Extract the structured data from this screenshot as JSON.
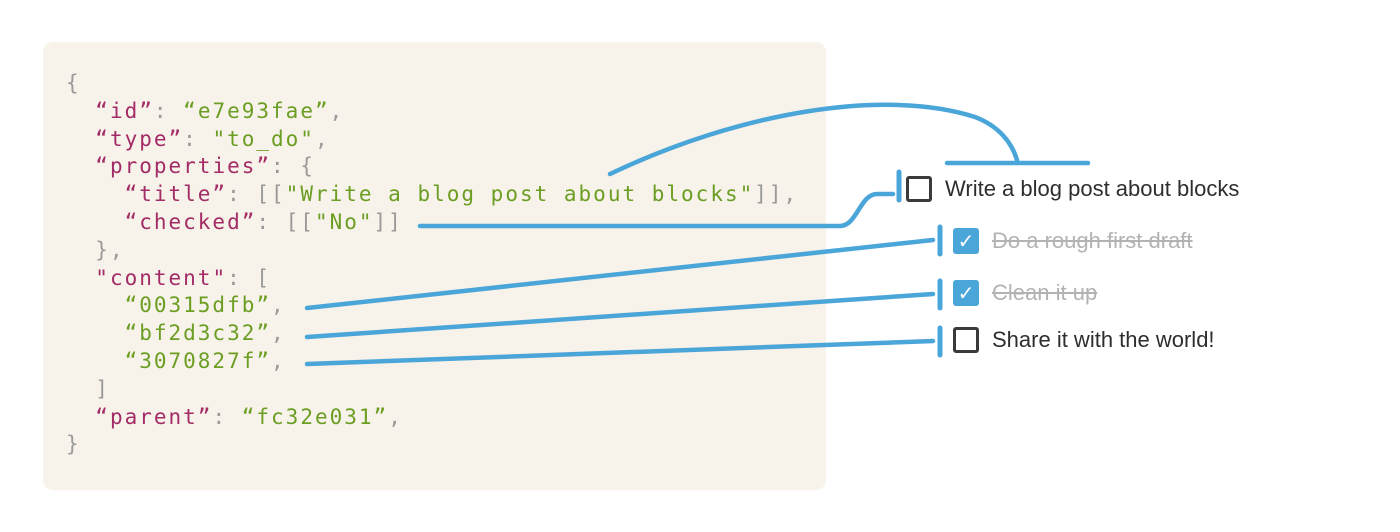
{
  "accent_blue": "#4aa5d9",
  "code_panel": {
    "background": "#f7f2ea",
    "token_colors": {
      "key": "#a32c66",
      "str": "#6b9e22",
      "punct": "#9a9a9a"
    },
    "lines": [
      [
        {
          "c": "punct",
          "t": "{"
        }
      ],
      [
        {
          "c": "plain",
          "t": "  "
        },
        {
          "c": "key",
          "t": "“id”"
        },
        {
          "c": "punct",
          "t": ": "
        },
        {
          "c": "str",
          "t": "“e7e93fae”"
        },
        {
          "c": "punct",
          "t": ","
        }
      ],
      [
        {
          "c": "plain",
          "t": "  "
        },
        {
          "c": "key",
          "t": "“type”"
        },
        {
          "c": "punct",
          "t": ": "
        },
        {
          "c": "str",
          "t": "\"to_do\""
        },
        {
          "c": "punct",
          "t": ","
        }
      ],
      [
        {
          "c": "plain",
          "t": "  "
        },
        {
          "c": "key",
          "t": "“properties”"
        },
        {
          "c": "punct",
          "t": ": {"
        }
      ],
      [
        {
          "c": "plain",
          "t": "    "
        },
        {
          "c": "key",
          "t": "“title”"
        },
        {
          "c": "punct",
          "t": ": [["
        },
        {
          "c": "str",
          "t": "\"Write a blog post about blocks\""
        },
        {
          "c": "punct",
          "t": "]],"
        }
      ],
      [
        {
          "c": "plain",
          "t": "    "
        },
        {
          "c": "key",
          "t": "“checked”"
        },
        {
          "c": "punct",
          "t": ": [["
        },
        {
          "c": "str",
          "t": "\"No\""
        },
        {
          "c": "punct",
          "t": "]]"
        }
      ],
      [
        {
          "c": "plain",
          "t": "  "
        },
        {
          "c": "punct",
          "t": "},"
        }
      ],
      [
        {
          "c": "plain",
          "t": "  "
        },
        {
          "c": "key",
          "t": "\"content\""
        },
        {
          "c": "punct",
          "t": ": ["
        }
      ],
      [
        {
          "c": "plain",
          "t": "    "
        },
        {
          "c": "str",
          "t": "“00315dfb”"
        },
        {
          "c": "punct",
          "t": ","
        }
      ],
      [
        {
          "c": "plain",
          "t": "    "
        },
        {
          "c": "str",
          "t": "“bf2d3c32”"
        },
        {
          "c": "punct",
          "t": ","
        }
      ],
      [
        {
          "c": "plain",
          "t": "    "
        },
        {
          "c": "str",
          "t": "“3070827f”"
        },
        {
          "c": "punct",
          "t": ","
        }
      ],
      [
        {
          "c": "plain",
          "t": "  "
        },
        {
          "c": "punct",
          "t": "]"
        }
      ],
      [
        {
          "c": "plain",
          "t": "  "
        },
        {
          "c": "key",
          "t": "“parent”"
        },
        {
          "c": "punct",
          "t": ": "
        },
        {
          "c": "str",
          "t": "“fc32e031”"
        },
        {
          "c": "punct",
          "t": ","
        }
      ],
      [
        {
          "c": "punct",
          "t": "}"
        }
      ]
    ]
  },
  "todo_list": {
    "checkbox_checked_fill": "#4aa5d9",
    "checkmark_icon": "✓",
    "items": [
      {
        "label": "Write a blog post about blocks",
        "checked": false
      },
      {
        "label": "Do a rough first draft",
        "checked": true
      },
      {
        "label": "Clean it up",
        "checked": true
      },
      {
        "label": "Share it with the world!",
        "checked": false
      }
    ]
  }
}
